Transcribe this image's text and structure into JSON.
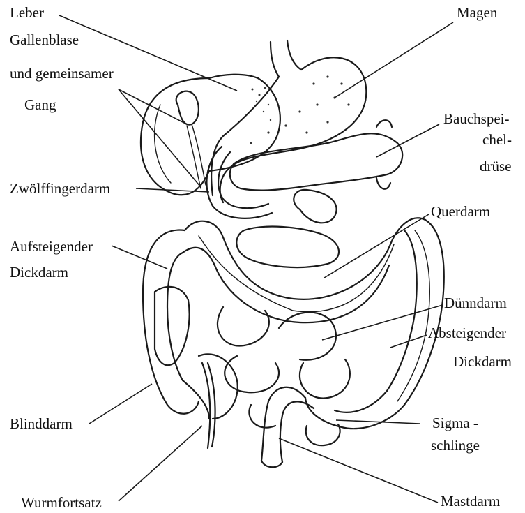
{
  "labels": {
    "leber": "Leber",
    "gallenblase": "Gallenblase",
    "gang1": "und gemeinsamer",
    "gang2": "Gang",
    "magen": "Magen",
    "bauch1": "Bauchspei-",
    "bauch2": "chel-",
    "bauch3": "drüse",
    "zwoelf": "Zwölffingerdarm",
    "aufst1": "Aufsteigender",
    "aufst2": "Dickdarm",
    "querdarm": "Querdarm",
    "duenndarm": "Dünndarm",
    "abst1": "Absteigender",
    "abst2": "Dickdarm",
    "blinddarm": "Blinddarm",
    "sigma1": "Sigma -",
    "sigma2": "schlinge",
    "wurm": "Wurmfortsatz",
    "mastdarm": "Mastdarm"
  },
  "colors": {
    "ink": "#1a1a1a",
    "background": "#ffffff"
  }
}
